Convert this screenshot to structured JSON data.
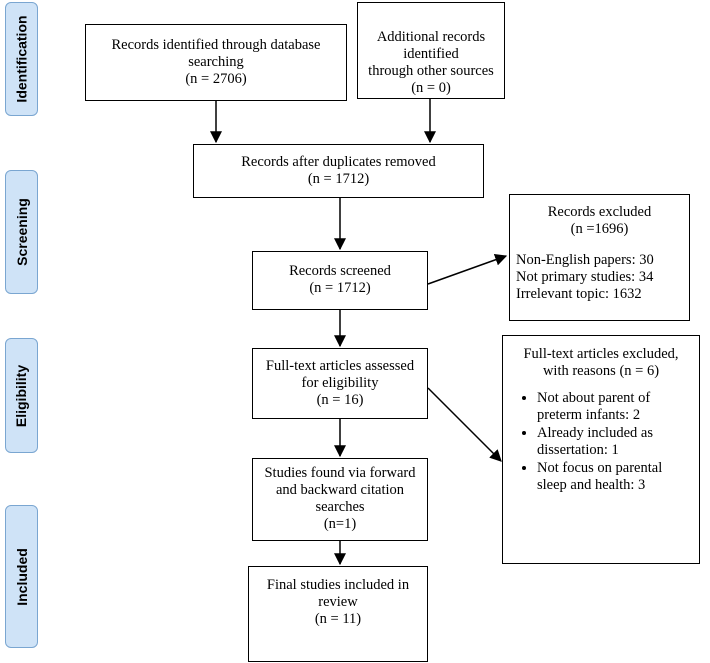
{
  "phases": {
    "identification": "Identification",
    "screening": "Screening",
    "eligibility": "Eligibility",
    "included": "Included"
  },
  "boxes": {
    "db_records": {
      "line1": "Records identified through database",
      "line2": "searching",
      "line3": "(n = 2706)"
    },
    "other_records": {
      "line1": "Additional records identified",
      "line2": "through other sources",
      "line3": "(n = 0)"
    },
    "after_duplicates": {
      "line1": "Records after duplicates removed",
      "line2": "(n = 1712)"
    },
    "screened": {
      "line1": "Records screened",
      "line2": "(n = 1712)"
    },
    "excluded": {
      "title": "Records excluded",
      "count": "(n =1696)",
      "reasons": [
        "Non-English papers: 30",
        "Not primary studies: 34",
        "Irrelevant topic: 1632"
      ]
    },
    "fulltext": {
      "line1": "Full-text articles assessed",
      "line2": "for eligibility",
      "line3": "(n = 16)"
    },
    "fulltext_excluded": {
      "title1": "Full-text articles excluded,",
      "title2": "with reasons (n = 6)",
      "reasons": [
        "Not about parent of preterm infants: 2",
        "Already included as dissertation: 1",
        "Not focus on parental sleep and health: 3"
      ]
    },
    "citation_search": {
      "line1": "Studies found via forward",
      "line2": "and backward citation",
      "line3": "searches",
      "line4": "(n=1)"
    },
    "final": {
      "line1": "Final studies included in",
      "line2": "review",
      "line3": "(n = 11)"
    }
  }
}
